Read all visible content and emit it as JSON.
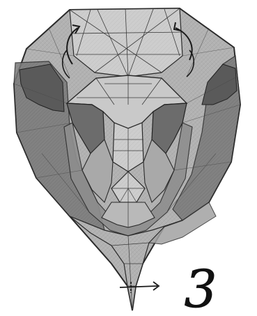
{
  "diagram": {
    "step_label": "3",
    "shape": "origami-lion-head-shield",
    "icons": {
      "left_arrow": "curved-fold-arrow-icon",
      "right_arrow": "curved-fold-arrow-icon",
      "bottom_arrow": "fold-under-arrow-icon",
      "step_number": "handwritten-step-number"
    },
    "colors": {
      "paper_front": "#b7b7b7",
      "paper_mid": "#9a9a9a",
      "paper_dark": "#6e6e6e",
      "paper_shadow": "#4a4a4a",
      "paper_light": "#d6d6d6",
      "crease": "#3a3a3a",
      "ink": "#1a1a1a"
    }
  }
}
